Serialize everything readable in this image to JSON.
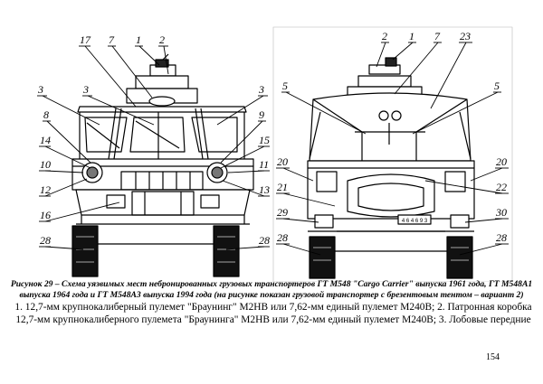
{
  "figure": {
    "left_callouts": [
      {
        "label": "17",
        "name": "callout-17-left"
      },
      {
        "label": "7",
        "name": "callout-7-left"
      },
      {
        "label": "1",
        "name": "callout-1-left"
      },
      {
        "label": "2",
        "name": "callout-2-left"
      },
      {
        "label": "3",
        "name": "callout-3-left-a"
      },
      {
        "label": "3",
        "name": "callout-3-left-b"
      },
      {
        "label": "3",
        "name": "callout-3-left-c"
      },
      {
        "label": "8",
        "name": "callout-8-left"
      },
      {
        "label": "9",
        "name": "callout-9-left"
      },
      {
        "label": "14",
        "name": "callout-14-left"
      },
      {
        "label": "15",
        "name": "callout-15-left"
      },
      {
        "label": "10",
        "name": "callout-10-left"
      },
      {
        "label": "11",
        "name": "callout-11-left"
      },
      {
        "label": "12",
        "name": "callout-12-left"
      },
      {
        "label": "13",
        "name": "callout-13-left"
      },
      {
        "label": "16",
        "name": "callout-16-left"
      },
      {
        "label": "28",
        "name": "callout-28-left-a"
      },
      {
        "label": "28",
        "name": "callout-28-left-b"
      }
    ],
    "right_callouts": [
      {
        "label": "2",
        "name": "callout-2-right"
      },
      {
        "label": "1",
        "name": "callout-1-right"
      },
      {
        "label": "7",
        "name": "callout-7-right"
      },
      {
        "label": "23",
        "name": "callout-23-right"
      },
      {
        "label": "5",
        "name": "callout-5-right-a"
      },
      {
        "label": "5",
        "name": "callout-5-right-b"
      },
      {
        "label": "20",
        "name": "callout-20-right-a"
      },
      {
        "label": "20",
        "name": "callout-20-right-b"
      },
      {
        "label": "21",
        "name": "callout-21-right"
      },
      {
        "label": "22",
        "name": "callout-22-right"
      },
      {
        "label": "29",
        "name": "callout-29-right"
      },
      {
        "label": "30",
        "name": "callout-30-right"
      },
      {
        "label": "28",
        "name": "callout-28-right-a"
      },
      {
        "label": "28",
        "name": "callout-28-right-b"
      }
    ],
    "plate_text": "4 6 4 6 9 3"
  },
  "caption": {
    "line1": "Рисунок 29 – Схема уязвимых мест небронированных грузовых транспортеров ГТ М548 \"Cargo Carrier\" выпуска 1961 года, ГТ М548А1",
    "line2": "выпуска 1964 года и ГТ М548А3 выпуска 1994 года (на рисунке показан грузовой транспортер с брезентовым тентом – вариант 2)"
  },
  "body": {
    "line1": "1. 12,7-мм крупнокалиберный пулемет \"Браунинг\" М2НВ или 7,62-мм единый пулемет М240В; 2. Патронная коробка",
    "line2": "12,7-мм крупнокалиберного пулемета \"Браунинга\" М2НВ или 7,62-мм единый пулемет М240В; 3. Лобовые передние"
  },
  "page": {
    "number": "154"
  }
}
